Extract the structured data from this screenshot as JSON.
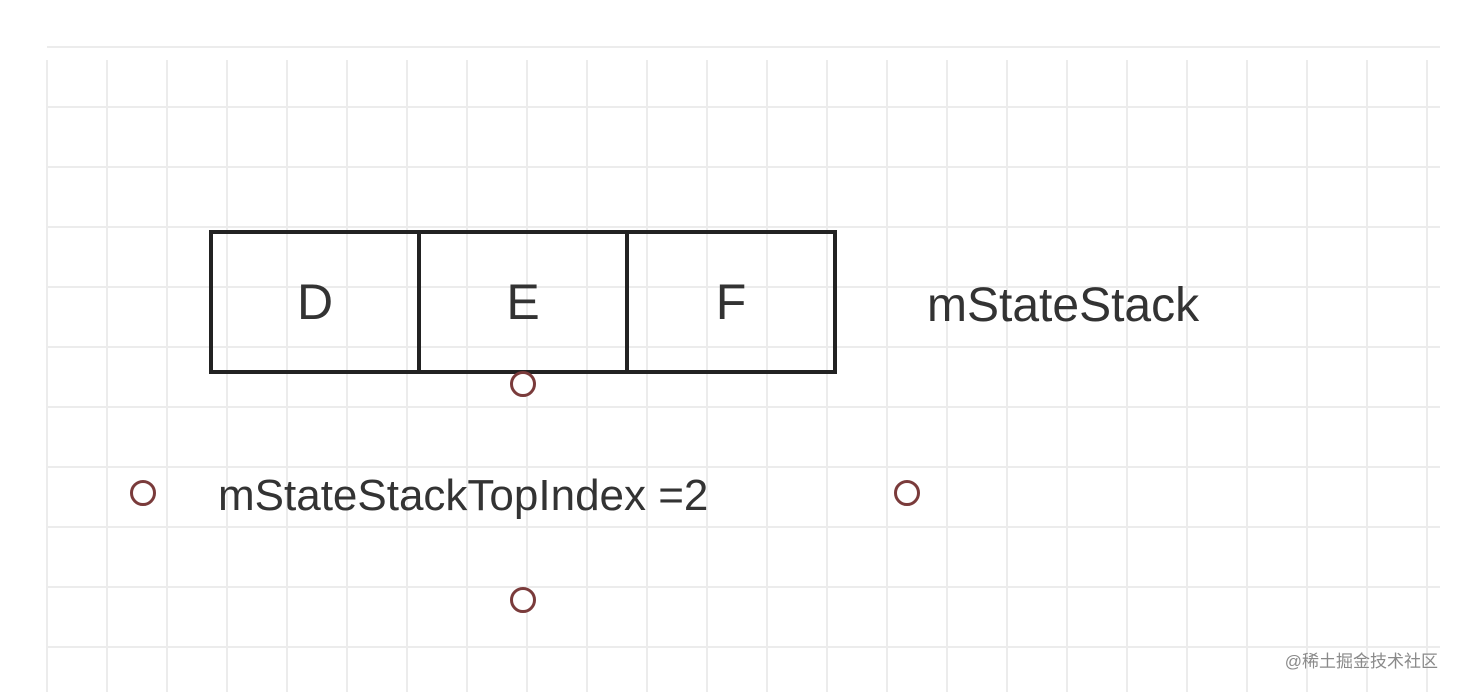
{
  "diagram": {
    "stack": {
      "cells": [
        "D",
        "E",
        "F"
      ],
      "name": "mStateStack"
    },
    "top_index_label": "mStateStackTopIndex =2"
  },
  "watermark": {
    "text": "@稀土掘金技术社区"
  },
  "colors": {
    "grid_line": "#ececec",
    "stroke": "#222222",
    "text": "#333333",
    "handle": "#7a3b3b"
  }
}
